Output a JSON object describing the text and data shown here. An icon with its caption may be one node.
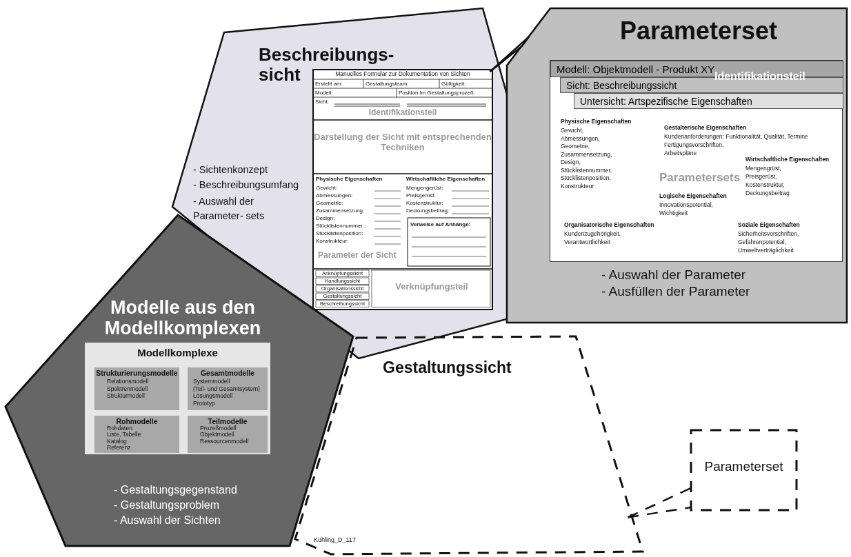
{
  "diagram": {
    "nodes": [
      {
        "text": [
          "Beschreibungs- sicht",
          "- Sichtenkonzept",
          "- Beschreibungsumfang",
          "- Auswahl der Parameter- sets"
        ]
      },
      {
        "text": [
          "Manuelles Formular zur Dokumentation von Sichten",
          "Erstellt am:",
          "Gestaltungsteam:",
          "Gültigkeit:",
          "Modell:",
          "Position im Gestaltungsprozeß",
          "Sicht:",
          "Identifikationsteil",
          "Darstellung der Sicht mit entsprechenden Techniken",
          "Physische Eigenschaften",
          "Gewicht:",
          "Abmessungen:",
          "Geometrie:",
          "Zusammensetzung:",
          "Design:",
          "Stücklistennummer :",
          "Stücklistenposition:",
          "Konstrukteur:",
          "Wirtschaftliche Eigenschaften",
          "Mengengerüst:",
          "Preisgerüst:",
          "Kostenstruktur:",
          "Deckungsbeitrag:",
          "Parameter der Sicht",
          "Verweise auf Anhänge:",
          "Anknüpfungssicht",
          "Handlungssicht",
          "Organisationssicht",
          "Gestaltungssicht",
          "Beschreibungssicht",
          "Verknüpfungsteil"
        ],
        "in": 0
      },
      {
        "text": [
          "Parameterset",
          "- Auswahl der Parameter",
          "- Ausfüllen der Parameter"
        ]
      },
      {
        "text": [
          "Modell: Objektmodell - Produkt XY",
          "Sicht: Beschreibungssicht",
          "Untersicht: Artspezifische Eigenschaften",
          "Identifikationsteil",
          "Physische Eigenschaften",
          "Gewicht,",
          "Abmessungen,",
          "Geometrie,",
          "Zusammensetzung,",
          "Design,",
          "Stücklistennummer,",
          "Stücklistenposition,",
          "Konstrukteur",
          "Gestalterische Eigenschaften",
          "Kundenanforderungen: Funktionalität, Qualität, Termine",
          "Fertigungsvorschriften,",
          "Arbeitspläne",
          "Parametersets",
          "Wirtschaftliche Eigenschaften",
          "Mengengrüst,",
          "Preisgerüst,",
          "Kostenstruktur,",
          "Deckungsbeitrag",
          "Logische Eigenschaften",
          "Innovationspotential,",
          "Wichtigkeit",
          "Organisatorische Eigenschaften",
          "Kundenzugehörigkeit,",
          "Verantwortlichkeit",
          "Soziale Eigenschaften",
          "Sicherheitsvorschriften,",
          "Gefahrenpotential,",
          "Umweltverträglichkeit"
        ],
        "in": 2
      },
      {
        "text": [
          "Modelle aus den Modellkomplexen",
          "- Gestaltungsgegenstand",
          "- Gestaltungsproblem",
          "- Auswahl der Sichten"
        ]
      },
      {
        "text": [
          "Modellkomplexe"
        ],
        "in": 4
      },
      {
        "text": [
          "Strukturierungsmodelle",
          "Relationsmodell",
          "Spektrenmodell",
          "Strukturmodell"
        ],
        "in": 5
      },
      {
        "text": [
          "Gesamtmodelle",
          "Systemmodell",
          "(Teil- und Gesamtsystem)",
          "Lösungsmodell",
          "Prototyp"
        ],
        "in": 5
      },
      {
        "text": [
          "Rohmodelle",
          "Rohdaten",
          "Liste, Tabelle",
          "Katalog",
          "Referenz"
        ],
        "in": 5
      },
      {
        "text": [
          "Teilmodelle",
          "Prozeßmodell",
          "Objektmodell",
          "Ressourcenmodell"
        ],
        "in": 5
      },
      {
        "text": [
          "Gestaltungssicht"
        ]
      },
      {
        "text": [
          "Parameterset"
        ]
      }
    ],
    "edges": [
      {
        "from": 2,
        "to": 1,
        "arrow": "none"
      },
      {
        "from": 11,
        "to": 10,
        "arrow": "none",
        "style": "dashed"
      }
    ],
    "labels": [
      "Kühling_D_117"
    ]
  }
}
